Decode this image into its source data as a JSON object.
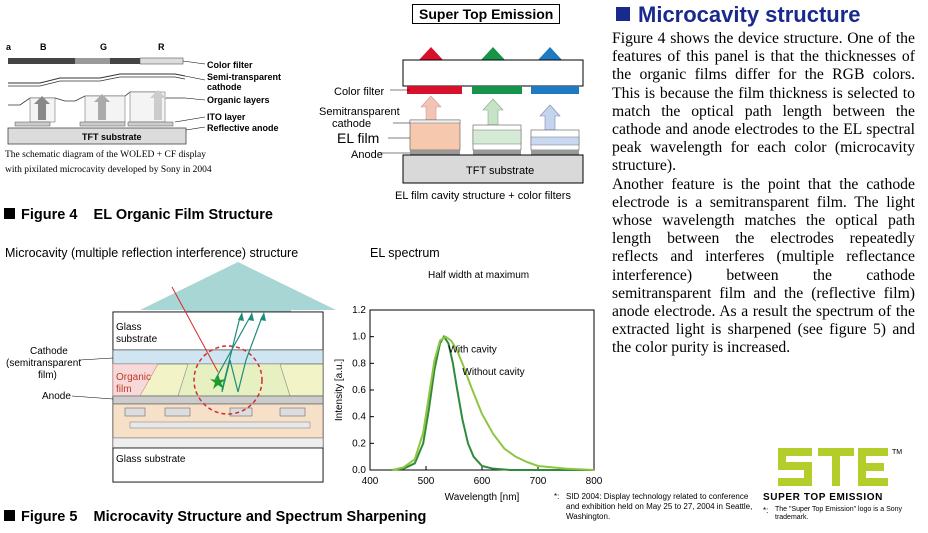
{
  "article": {
    "heading": "Microcavity structure",
    "paragraph1": "Figure 4 shows the device structure. One of the features of this panel is that the thicknesses of the organic films differ for the RGB colors. This is because the film thickness is selected to match the optical path length between the cathode and anode electrodes to the EL spectral peak wavelength for each color (microcavity structure).",
    "paragraph2": "Another feature is the point that the cathode electrode is a semitransparent film. The light whose wavelength matches the optical path length between the electrodes repeatedly reflects and interferes (multiple reflectance interference) between the cathode semitransparent film and the (reflective film) anode electrode. As a result the spectrum of the extracted light is sharpened (see figure 5) and the color purity is increased."
  },
  "sony_diagram": {
    "labels": [
      "a",
      "B",
      "G",
      "R"
    ],
    "layer_labels": [
      "Color filter",
      "Semi-transparent cathode",
      "Organic layers",
      "ITO layer",
      "Reflective anode"
    ],
    "substrate": "TFT substrate",
    "caption_line1": "The schematic diagram of the WOLED + CF display",
    "caption_line2": "with pixilated microcavity developed by Sony in 2004"
  },
  "ste_diagram": {
    "title": "Super Top Emission",
    "labels": [
      "Color filter",
      "Semitransparent cathode",
      "EL film",
      "Anode"
    ],
    "substrate": "TFT substrate",
    "caption": "EL film cavity structure + color filters",
    "colors": {
      "red": "#d7102c",
      "green": "#16954a",
      "blue": "#1f7ac2"
    }
  },
  "figure4": {
    "number": "Figure 4",
    "title": "EL Organic Film Structure"
  },
  "microcavity_diagram": {
    "title": "Microcavity (multiple reflection interference) structure",
    "labels": [
      "Glass substrate",
      "Cathode (semitransparent film)",
      "Organic film",
      "Anode",
      "Glass substrate"
    ]
  },
  "chart_data": {
    "type": "line",
    "title": "EL spectrum",
    "subtitle": "Half width at maximum",
    "xlabel": "Wavelength [nm]",
    "ylabel": "Intensity [a.u.]",
    "xlim": [
      400,
      800
    ],
    "ylim": [
      0,
      1.2
    ],
    "x_ticks": [
      400,
      500,
      600,
      700,
      800
    ],
    "y_ticks": [
      0,
      0.2,
      0.4,
      0.6,
      0.8,
      1.0,
      1.2
    ],
    "grid": false,
    "series": [
      {
        "name": "With cavity",
        "color": "#2f8a3a",
        "x": [
          440,
          460,
          480,
          495,
          505,
          515,
          525,
          532,
          540,
          548,
          555,
          565,
          575,
          585,
          600,
          620,
          650,
          700,
          800
        ],
        "y": [
          0.0,
          0.01,
          0.05,
          0.2,
          0.45,
          0.75,
          0.95,
          1.0,
          0.95,
          0.8,
          0.62,
          0.38,
          0.2,
          0.1,
          0.03,
          0.01,
          0.0,
          0.0,
          0.0
        ]
      },
      {
        "name": "Without cavity",
        "color": "#8dc63f",
        "x": [
          440,
          460,
          480,
          495,
          505,
          515,
          525,
          535,
          545,
          555,
          565,
          580,
          600,
          620,
          640,
          660,
          680,
          700,
          750,
          800
        ],
        "y": [
          0.0,
          0.02,
          0.08,
          0.28,
          0.55,
          0.82,
          0.97,
          1.0,
          0.97,
          0.9,
          0.8,
          0.63,
          0.42,
          0.27,
          0.16,
          0.1,
          0.06,
          0.03,
          0.01,
          0.0
        ]
      }
    ]
  },
  "figure5": {
    "number": "Figure 5",
    "title": "Microcavity Structure and Spectrum Sharpening"
  },
  "footnote": {
    "mark": "*:",
    "text": "SID 2004: Display technology related to conference and exhibition held on May 25 to 27, 2004 in Seattle, Washington."
  },
  "logo": {
    "letters": "STE",
    "tm": "TM",
    "tagline": "SUPER TOP EMISSION",
    "note": "*: The \"Super Top Emission\" logo is a Sony trademark.",
    "color": "#b5cd2b"
  }
}
